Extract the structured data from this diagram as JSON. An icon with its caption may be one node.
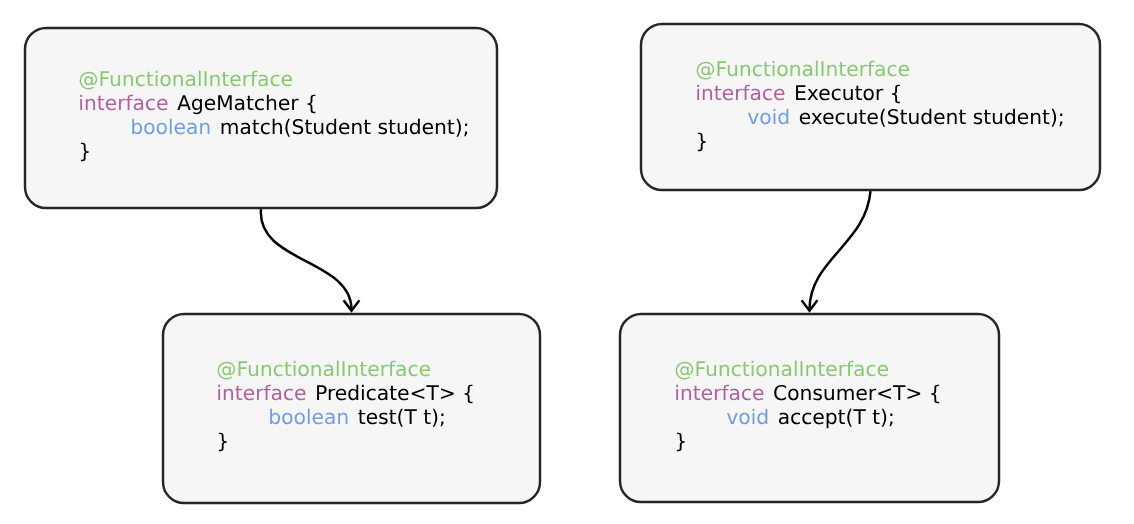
{
  "diagram": {
    "nodes": [
      {
        "text": [
          "@FunctionalInterface",
          "interface",
          "AgeMatcher {",
          "boolean",
          "match(Student student);",
          "}"
        ]
      },
      {
        "text": [
          "@FunctionalInterface",
          "interface",
          "Executor {",
          "void",
          "execute(Student student);",
          "}"
        ]
      },
      {
        "text": [
          "@FunctionalInterface",
          "interface",
          "Predicate<T> {",
          "boolean",
          "test(T t);",
          "}"
        ]
      },
      {
        "text": [
          "@FunctionalInterface",
          "interface",
          "Consumer<T> {",
          "void",
          "accept(T t);",
          "}"
        ]
      }
    ],
    "edges": [
      {
        "from": 0,
        "to": 2,
        "arrow": "to"
      },
      {
        "from": 1,
        "to": 3,
        "arrow": "to"
      }
    ]
  }
}
